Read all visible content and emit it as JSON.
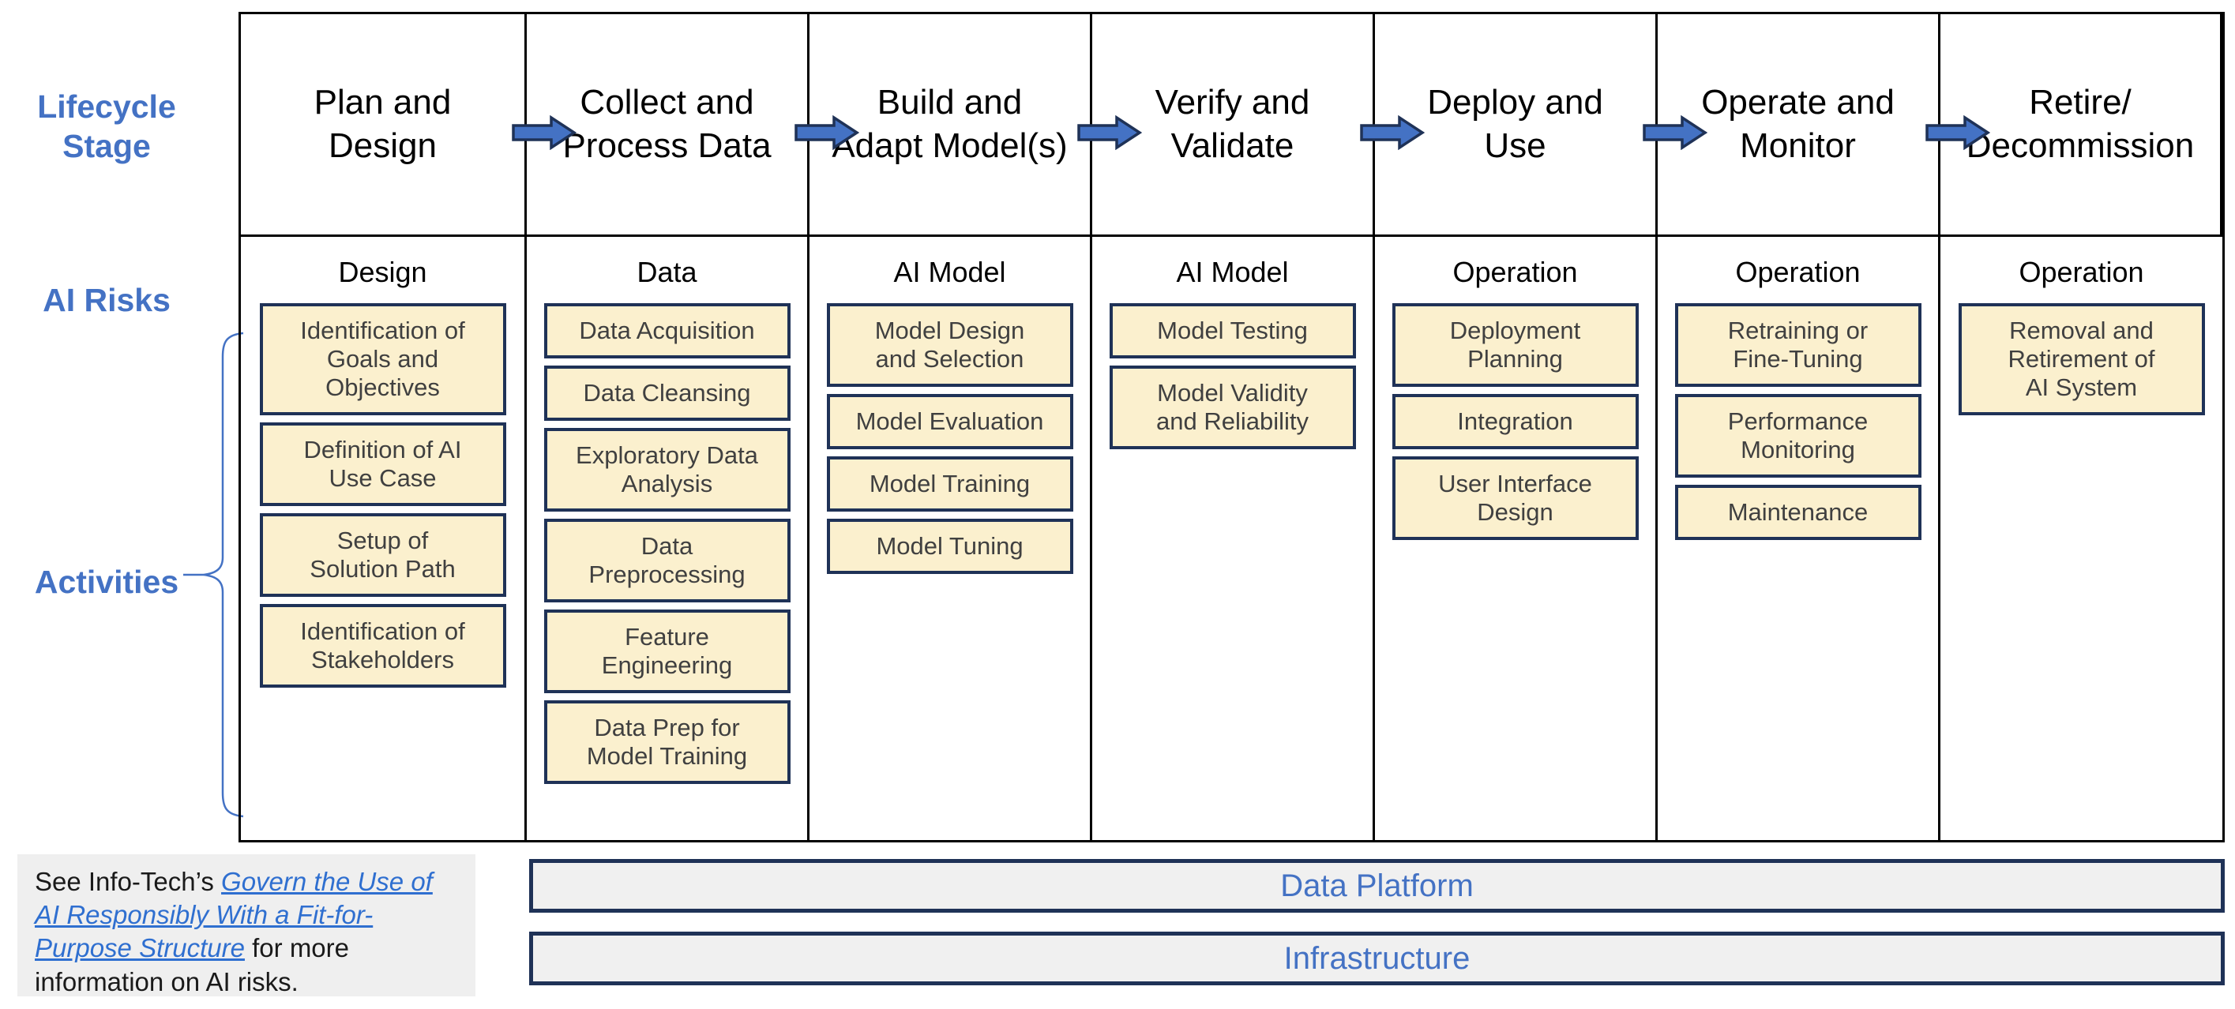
{
  "row_labels": {
    "lifecycle": "Lifecycle\nStage",
    "ai_risks": "AI Risks",
    "activities": "Activities"
  },
  "colors": {
    "label_blue": "#4472C4",
    "box_fill": "#FBF0CE",
    "box_border": "#1F3257",
    "arrow_fill": "#4472C4",
    "arrow_outline": "#1F3257",
    "layer_fill": "#F0F0F0",
    "link_blue": "#2F6FD0"
  },
  "columns": [
    {
      "stage": "Plan and Design",
      "risk": "Design",
      "activities": [
        "Identification of\nGoals and\nObjectives",
        "Definition of AI\nUse Case",
        "Setup of\nSolution Path",
        "Identification of\nStakeholders"
      ]
    },
    {
      "stage": "Collect and\nProcess Data",
      "risk": "Data",
      "activities": [
        "Data Acquisition",
        "Data Cleansing",
        "Exploratory Data\nAnalysis",
        "Data\nPreprocessing",
        "Feature\nEngineering",
        "Data Prep for\nModel Training"
      ]
    },
    {
      "stage": "Build and\nAdapt Model(s)",
      "risk": "AI Model",
      "activities": [
        "Model Design\nand Selection",
        "Model Evaluation",
        "Model Training",
        "Model Tuning"
      ]
    },
    {
      "stage": "Verify and\nValidate",
      "risk": "AI Model",
      "activities": [
        "Model Testing",
        "Model Validity\nand Reliability"
      ]
    },
    {
      "stage": "Deploy and\nUse",
      "risk": "Operation",
      "activities": [
        "Deployment\nPlanning",
        "Integration",
        "User Interface\nDesign"
      ]
    },
    {
      "stage": "Operate and\nMonitor",
      "risk": "Operation",
      "activities": [
        "Retraining or\nFine-Tuning",
        "Performance\nMonitoring",
        "Maintenance"
      ]
    },
    {
      "stage": "Retire/\nDecommission",
      "risk": "Operation",
      "activities": [
        "Removal and\nRetirement of\nAI System"
      ]
    }
  ],
  "flow_arrows": [
    "flow-arrow-1",
    "flow-arrow-2",
    "flow-arrow-3",
    "flow-arrow-4",
    "flow-arrow-5",
    "flow-arrow-6"
  ],
  "footnote": {
    "lead": "See Info-Tech’s ",
    "link": "Govern the Use of AI Responsibly With a Fit-for-Purpose Structure",
    "tail": " for more information on AI risks."
  },
  "layers": [
    {
      "label": "Data Platform"
    },
    {
      "label": "Infrastructure"
    }
  ]
}
